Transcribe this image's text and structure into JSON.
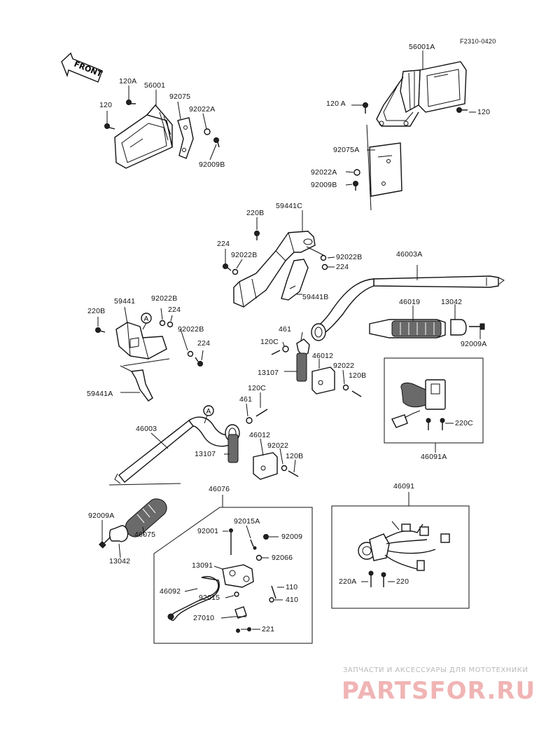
{
  "code": "F2310-0420",
  "front_label": "FRONT",
  "watermark": {
    "line": "ЗАПЧАСТИ И АКСЕССУАРЫ ДЛЯ МОТОТЕХНИКИ",
    "brand": "PARTSFOR.RU"
  },
  "labels": {
    "l56001A": "56001A",
    "l120A_r": "120 A",
    "l120_r": "120",
    "l92075A": "92075A",
    "l92022A_r": "92022A",
    "l92009B_r": "92009B",
    "l120A_l": "120A",
    "l56001": "56001",
    "l92075": "92075",
    "l120_l": "120",
    "l92022A_l": "92022A",
    "l92009B_l": "92009B",
    "l220B_t": "220B",
    "l59441C": "59441C",
    "l224_t": "224",
    "l92022B_t": "92022B",
    "l92022B_tr": "92022B",
    "l224_tr": "224",
    "l59441B": "59441B",
    "l46003A": "46003A",
    "l59441": "59441",
    "l92022B_m": "92022B",
    "l224_m": "224",
    "l220B_m": "220B",
    "l92022B_m2": "92022B",
    "l224_m2": "224",
    "l59441A": "59441A",
    "l461_t": "461",
    "l120C_t": "120C",
    "l13107_t": "13107",
    "l46012_t": "46012",
    "l92022_t": "92022",
    "l120B_t": "120B",
    "l46019": "46019",
    "l13042_t": "13042",
    "l92009A_r": "92009A",
    "l220C": "220C",
    "l46091A": "46091A",
    "l120C_b": "120C",
    "l461_b": "461",
    "l46003": "46003",
    "l13107_b": "13107",
    "l46012_b": "46012",
    "l92022_b": "92022",
    "l120B_b": "120B",
    "l46076": "46076",
    "l46091": "46091",
    "l92009A_l": "92009A",
    "l46075": "46075",
    "l13042_b": "13042",
    "l92001": "92001",
    "l92015A": "92015A",
    "l92009": "92009",
    "l92066": "92066",
    "l13091": "13091",
    "l110": "110",
    "l46092": "46092",
    "l92015": "92015",
    "l410": "410",
    "l27010": "27010",
    "l221": "221",
    "l220A": "220A",
    "l220": "220",
    "circleA": "A"
  }
}
